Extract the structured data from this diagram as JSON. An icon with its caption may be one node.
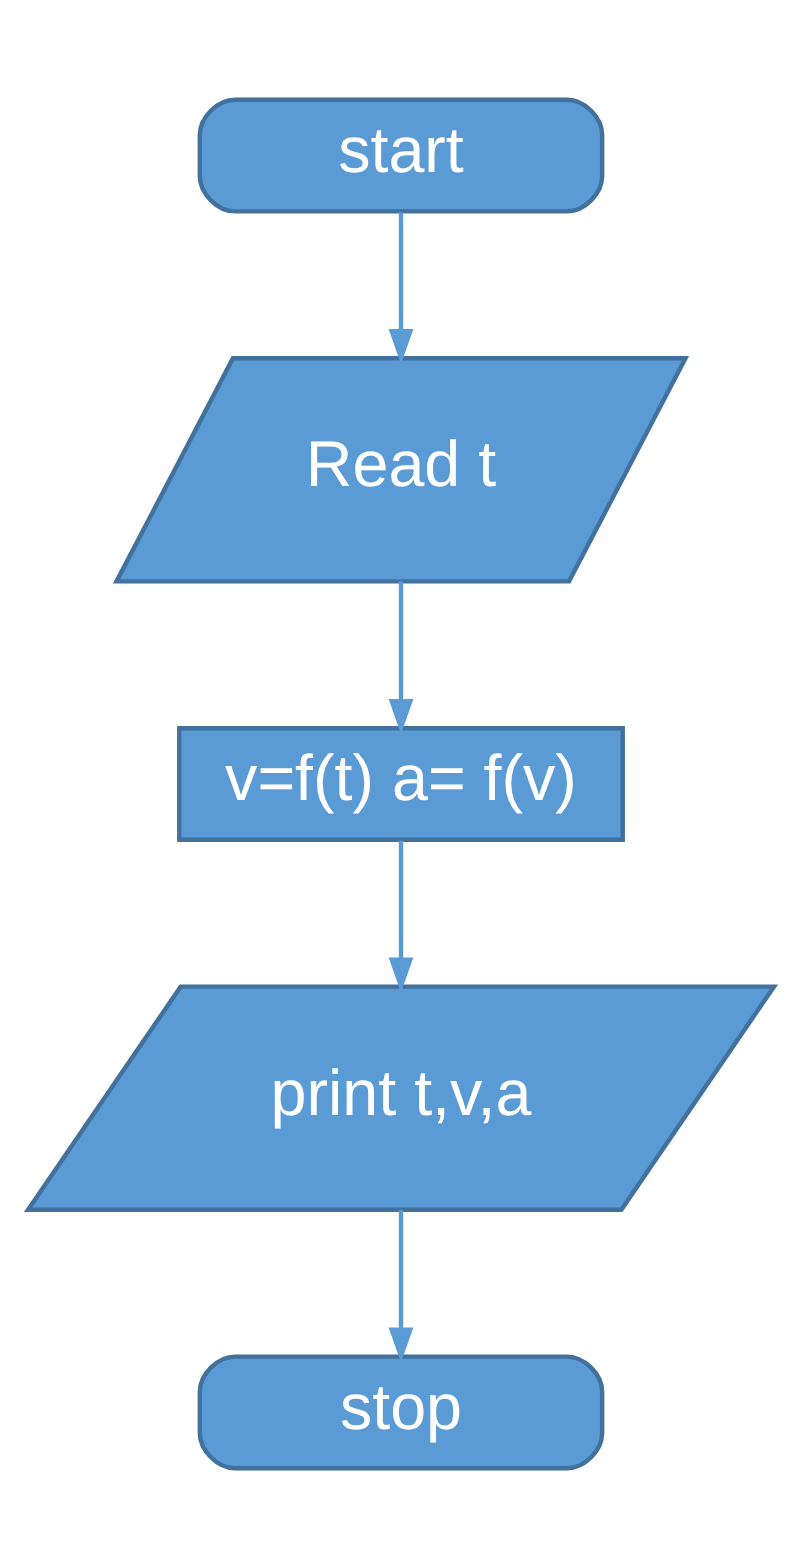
{
  "diagram": {
    "nodes": [
      {
        "text": [
          "start"
        ]
      },
      {
        "text": [
          "Read t"
        ]
      },
      {
        "text": [
          "v=f(t) a= f(v)"
        ]
      },
      {
        "text": [
          "print t,v,a"
        ]
      },
      {
        "text": [
          "stop"
        ]
      }
    ],
    "edges": [
      {
        "from": 0,
        "to": 1,
        "arrow": "to"
      },
      {
        "from": 1,
        "to": 2,
        "arrow": "to"
      },
      {
        "from": 2,
        "to": 3,
        "arrow": "to"
      },
      {
        "from": 3,
        "to": 4,
        "arrow": "to"
      }
    ]
  }
}
